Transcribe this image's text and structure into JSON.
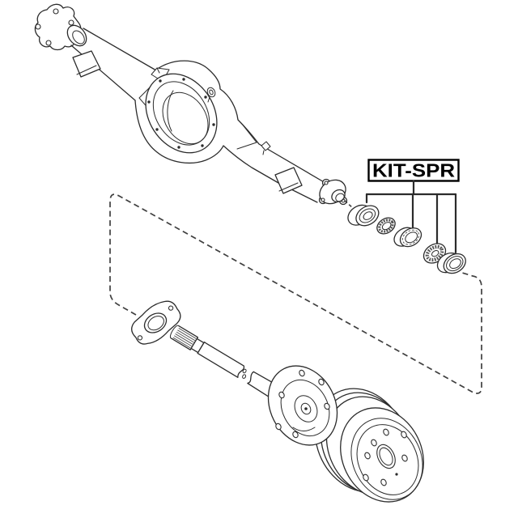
{
  "page": {
    "background": "#ffffff"
  },
  "colors": {
    "line": "#2b2b2b",
    "dash": "#3f3f3f",
    "texture": "#555555",
    "label_text": "#000000",
    "label_border": "#000000"
  },
  "callout": {
    "label": "KIT-SPR"
  },
  "components": {
    "assembly": "rear-axle-housing",
    "kit_parts": [
      "wheel-bearing",
      "snap-ring",
      "bearing-spacer",
      "roller-bearing",
      "oil-seal"
    ],
    "exploded_parts": [
      "backing-plate-gasket",
      "axle-shaft",
      "axle-flange",
      "brake-drum"
    ],
    "boundary": "dashed-assembly-boundary"
  }
}
